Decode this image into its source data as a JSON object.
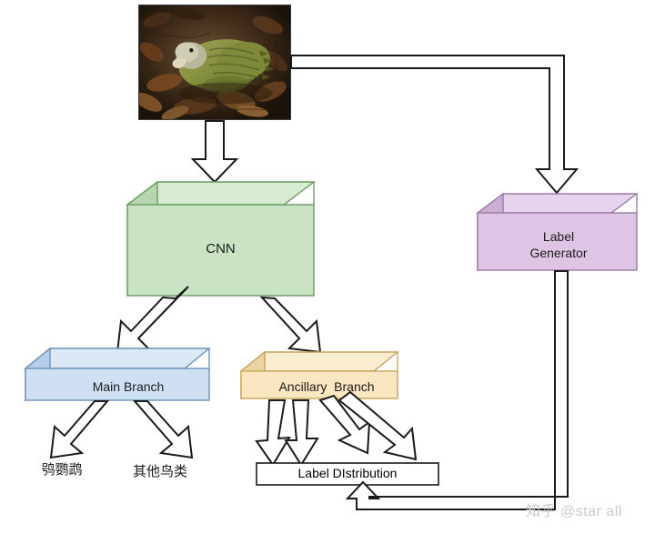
{
  "diagram": {
    "title": "CNN dual-branch label distribution architecture",
    "nodes": {
      "input_image": {
        "name": "input-photo",
        "alt": "Photograph of a kakapo parrot resting on forest floor litter"
      },
      "cnn": {
        "label": "CNN",
        "color": "#c9e3c4"
      },
      "label_generator": {
        "label": "Label\nGenerator",
        "color": "#ddc5e3"
      },
      "main_branch": {
        "label": "Main Branch",
        "color": "#cfe0f2"
      },
      "ancillary_branch": {
        "label": "Ancillary  Branch",
        "color": "#fae6c0"
      },
      "label_distribution": {
        "label": "Label DIstribution",
        "color": "#ffffff"
      }
    },
    "outputs": [
      {
        "label": "鸮鹦鹉"
      },
      {
        "label": "其他鸟类"
      }
    ],
    "watermark": "知乎 @star all"
  },
  "palette": {
    "cnn_front": "#c9e3c4",
    "cnn_top": "#d7ebd3",
    "cnn_side": "#b6d6b0",
    "cnn_stroke": "#6a9c62",
    "gen_front": "#ddc5e3",
    "gen_top": "#e6d3ec",
    "gen_side": "#cbb0d4",
    "gen_stroke": "#9a7aa6",
    "main_front": "#cfe0f2",
    "main_top": "#dbe9f7",
    "main_side": "#b5cde6",
    "main_stroke": "#6b92bb",
    "anc_front": "#fae6c0",
    "anc_top": "#fbedd2",
    "anc_side": "#ecd3a4",
    "anc_stroke": "#c8a45e",
    "arrow_stroke": "#1a1a1a",
    "arrow_fill": "#ffffff",
    "text": "#1a1a1a",
    "watermark": "#c9c9c9"
  }
}
